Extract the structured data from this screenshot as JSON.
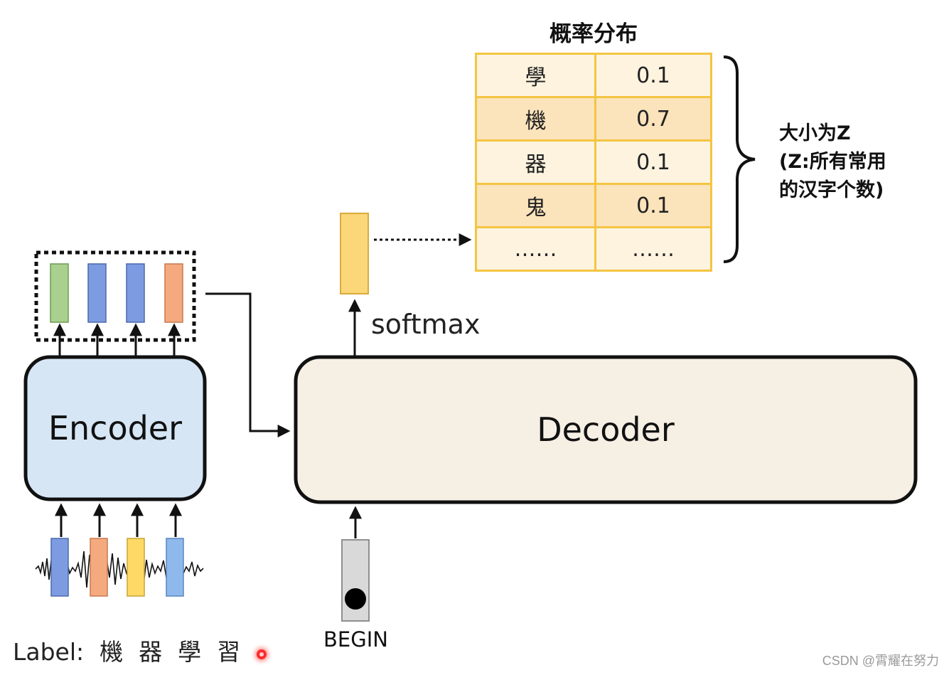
{
  "prob_table": {
    "title": "概率分布",
    "rows": [
      {
        "char": "學",
        "prob": "0.1"
      },
      {
        "char": "機",
        "prob": "0.7"
      },
      {
        "char": "器",
        "prob": "0.1"
      },
      {
        "char": "鬼",
        "prob": "0.1"
      },
      {
        "char": "……",
        "prob": "……"
      }
    ]
  },
  "size_note": {
    "line1": "大小为Z",
    "line2": "(Z:所有常用",
    "line3": "的汉字个数)"
  },
  "softmax_label": "softmax",
  "encoder_label": "Encoder",
  "decoder_label": "Decoder",
  "begin_label": "BEGIN",
  "label_line": {
    "prefix": "Label:",
    "chars": [
      "機",
      "器",
      "學",
      "習"
    ]
  },
  "watermark": "CSDN @霄耀在努力",
  "colors": {
    "table_border": "#f4c542",
    "encoder_fill": "#d6e6f5",
    "decoder_fill": "#f6efe4",
    "output_vector": "#fbd77a",
    "vec_green": "#a9d08e",
    "vec_blue": "#7d9be0",
    "vec_orange": "#f4a97f",
    "vec_yellow": "#ffd966",
    "vec_lightblue": "#8fb8ec"
  }
}
